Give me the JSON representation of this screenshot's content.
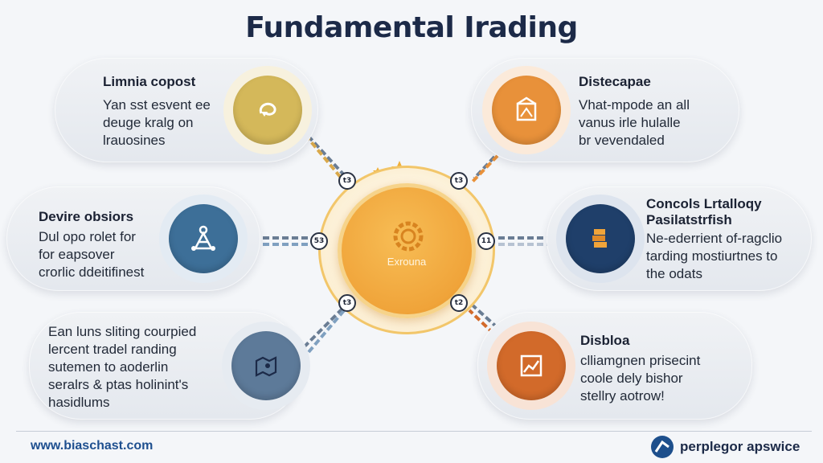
{
  "title": "Fundamental Irading",
  "hub": {
    "label": "Exrouna"
  },
  "nodes": [
    "t3",
    "t3",
    "53",
    "11",
    "t3",
    "t2"
  ],
  "cards": [
    {
      "title": "Limnia copost",
      "body": [
        "Yan sst esvent ee",
        "deuge kralg on",
        "lrauosines"
      ],
      "color": "#d4b85a"
    },
    {
      "title": "Distecapae",
      "body": [
        "Vhat-mpode an all",
        "vanus irle hulalle",
        "br vevendaled"
      ],
      "color": "#e8913a"
    },
    {
      "title": "Devire obsiors",
      "body": [
        "Dul opo rolet for",
        "for eapsover",
        "crorlic ddeitifinest"
      ],
      "color": "#3d6f98"
    },
    {
      "title": "Concols Lrtalloqy Pasilatstrfish",
      "body": [
        "Ne-ederrient of-ragclio",
        "tarding mostiurtnes to",
        "the odats"
      ],
      "color": "#1f3f6a"
    },
    {
      "title": "",
      "body": [
        "Ean luns sliting courpied",
        "lercent tradel randing",
        "sutemen to aoderlin",
        "seralrs & ptas holinint's",
        "hasidlums"
      ],
      "color": "#5d7a99"
    },
    {
      "title": "Disbloa",
      "body": [
        "clliamgnen prisecint",
        "coole dely bishor",
        "stellry aotrow!"
      ],
      "color": "#d26a2a"
    }
  ],
  "footer": {
    "url": "www.biaschast.com",
    "brand": "perplegor apswice"
  }
}
